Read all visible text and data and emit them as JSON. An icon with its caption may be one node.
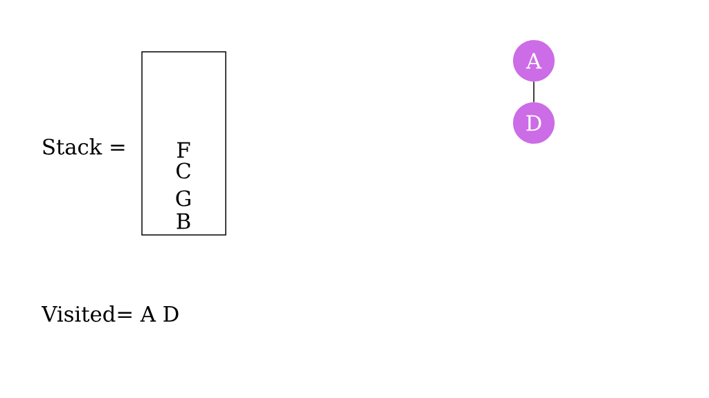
{
  "diagram": {
    "nodes": [
      {
        "text": [
          "F",
          "C",
          "G",
          "B"
        ],
        "beside": [
          "Stack ="
        ]
      },
      {
        "text": [
          "A"
        ]
      },
      {
        "text": [
          "D"
        ]
      }
    ],
    "edges": [
      {
        "from": 1,
        "to": 2,
        "arrow": "none"
      }
    ],
    "labels": [
      "Visited= A D"
    ]
  }
}
